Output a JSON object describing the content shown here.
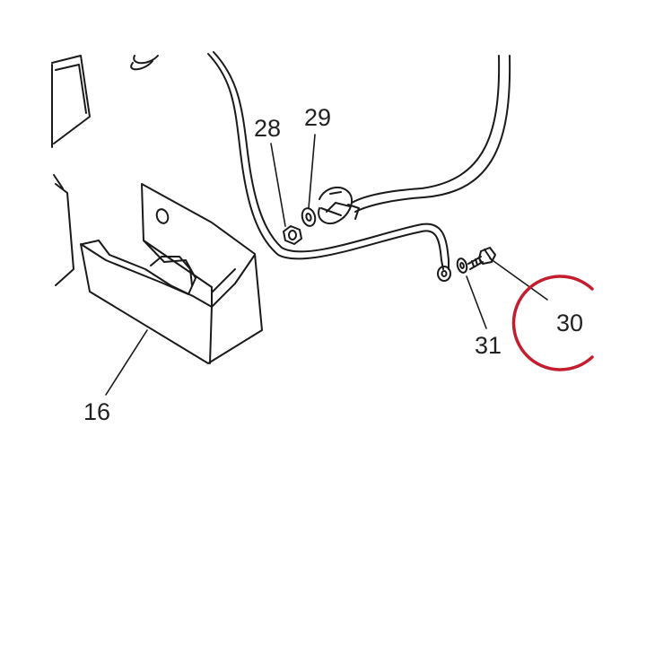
{
  "diagram": {
    "labels": {
      "part_16": "16",
      "part_28": "28",
      "part_29": "29",
      "part_30": "30",
      "part_31": "31"
    },
    "colors": {
      "line": "#1a1a1a",
      "label_text": "#222222",
      "highlight": "#c41e2e",
      "background": "#ffffff"
    }
  }
}
